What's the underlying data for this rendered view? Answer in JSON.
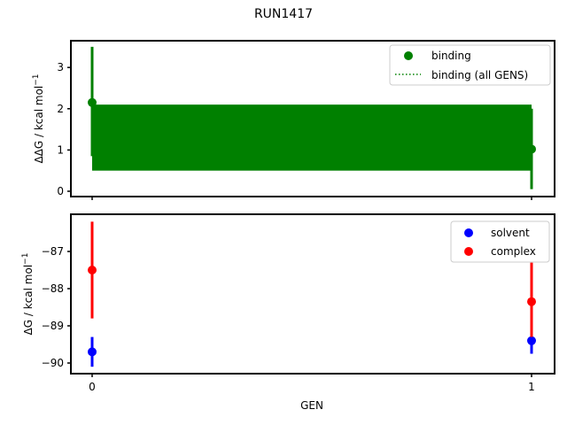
{
  "figure": {
    "title": "RUN1417"
  },
  "chart_data": [
    {
      "type": "scatter",
      "panel": "top",
      "title": "",
      "xlabel": "",
      "ylabel": "ΔΔG / kcal mol⁻¹",
      "ylabel_parts": {
        "main": "ΔΔG / kcal mol",
        "sup": "−1"
      },
      "x": [
        0,
        1
      ],
      "xticks": [
        0,
        1
      ],
      "xticklabels_visible": false,
      "yticks": [
        0,
        1,
        2,
        3
      ],
      "yticklabels": [
        "0",
        "1",
        "2",
        "3"
      ],
      "ylim": [
        -0.15,
        3.65
      ],
      "grid": false,
      "legend_position": "upper right",
      "series": [
        {
          "name": "binding",
          "color": "#008000",
          "marker": "circle",
          "values": [
            2.15,
            1.02
          ],
          "errors_low": [
            0.85,
            0.05
          ],
          "errors_high": [
            3.5,
            2.0
          ]
        },
        {
          "name": "binding (all GENS)",
          "color": "#008000",
          "linestyle": "dotted",
          "band": {
            "x0": 0,
            "x1": 1,
            "low": 0.5,
            "high": 2.1
          }
        }
      ],
      "legend": [
        "binding",
        "binding (all GENS)"
      ]
    },
    {
      "type": "scatter",
      "panel": "bottom",
      "title": "",
      "xlabel": "GEN",
      "ylabel": "ΔG / kcal mol⁻¹",
      "ylabel_parts": {
        "main": "ΔG / kcal mol",
        "sup": "−1"
      },
      "x": [
        0,
        1
      ],
      "xticks": [
        0,
        1
      ],
      "xticklabels": [
        "0",
        "1"
      ],
      "yticks": [
        -87,
        -88,
        -89,
        -90
      ],
      "yticklabels": [
        "−87",
        "−88",
        "−89",
        "−90"
      ],
      "ylim": [
        -90.3,
        -86.0
      ],
      "grid": false,
      "legend_position": "upper right",
      "series": [
        {
          "name": "solvent",
          "color": "#0000ff",
          "marker": "circle",
          "values": [
            -89.7,
            -89.4
          ],
          "errors_low": [
            -90.1,
            -89.75
          ],
          "errors_high": [
            -89.3,
            -89.1
          ]
        },
        {
          "name": "complex",
          "color": "#ff0000",
          "marker": "circle",
          "values": [
            -87.5,
            -88.35
          ],
          "errors_low": [
            -88.8,
            -89.3
          ],
          "errors_high": [
            -86.2,
            -87.3
          ]
        }
      ],
      "legend": [
        "solvent",
        "complex"
      ]
    }
  ]
}
